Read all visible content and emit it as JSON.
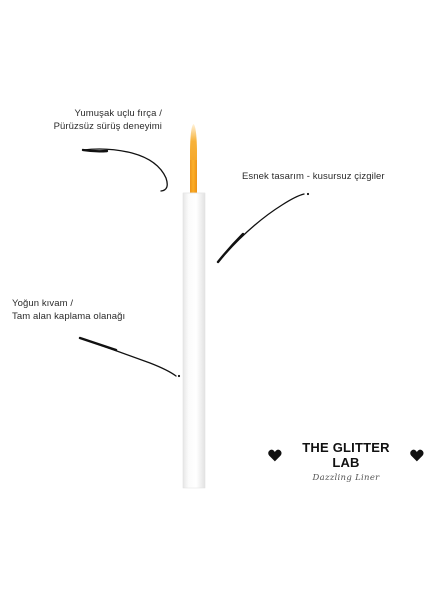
{
  "callouts": {
    "brush": {
      "line1": "Yumuşak uçlu fırça /",
      "line2": "Pürüzsüz sürüş deneyimi"
    },
    "flexible": {
      "line1": "Esnek tasarım - kusursuz çizgiler"
    },
    "coverage": {
      "line1": "Yoğun kıvam /",
      "line2": "Tam alan kaplama olanağı"
    }
  },
  "brand": {
    "name": "THE GLITTER LAB",
    "tagline": "Dazzling Liner",
    "left_icon": "heart-icon",
    "right_icon": "heart-icon"
  },
  "colors": {
    "brush_tip": "#f5a81c",
    "handle": "#ffffff",
    "handle_edge": "#e3e3e3",
    "ink": "#111111",
    "background": "#ffffff"
  }
}
